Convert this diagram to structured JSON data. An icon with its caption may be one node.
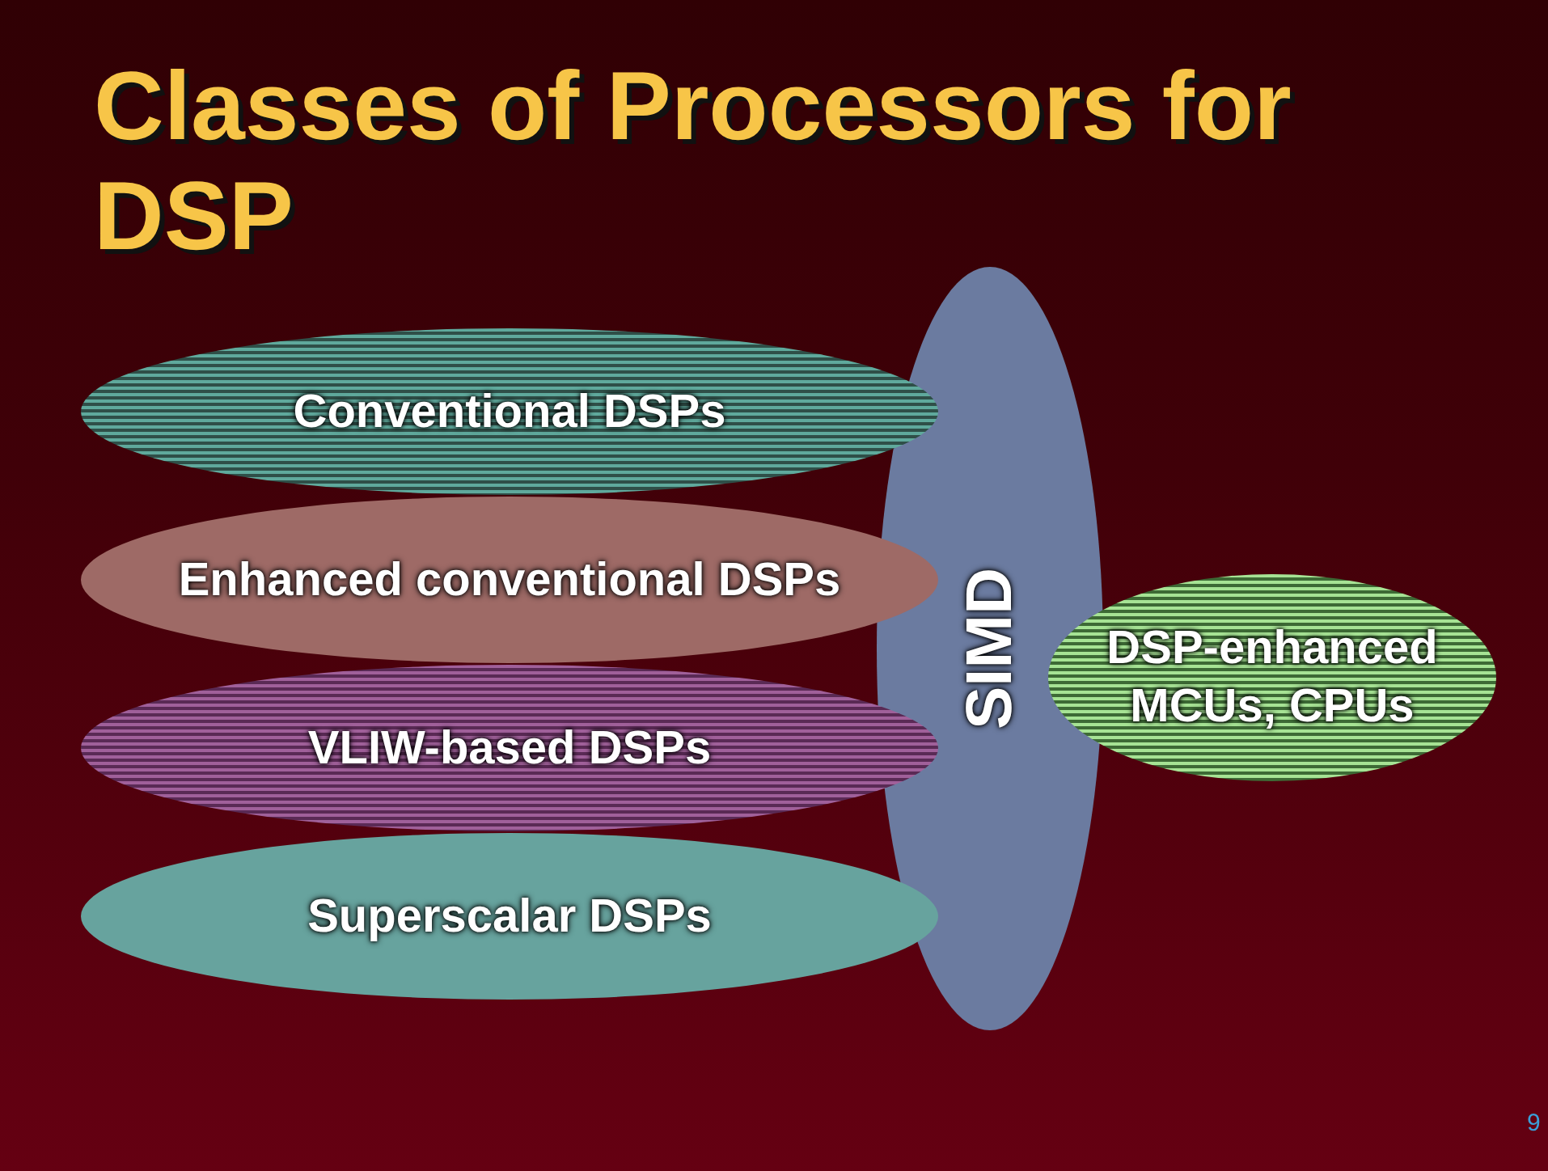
{
  "diagram": {
    "title": "Classes of Processors for DSP",
    "nodes": [
      {
        "text": [
          "Conventional DSPs"
        ]
      },
      {
        "text": [
          "Enhanced conventional DSPs"
        ]
      },
      {
        "text": [
          "VLIW-based DSPs"
        ]
      },
      {
        "text": [
          "Superscalar DSPs"
        ]
      },
      {
        "text": [
          "SIMD"
        ]
      },
      {
        "text": [
          "DSP-enhanced MCUs, CPUs"
        ]
      }
    ],
    "labels": [
      "9"
    ]
  }
}
